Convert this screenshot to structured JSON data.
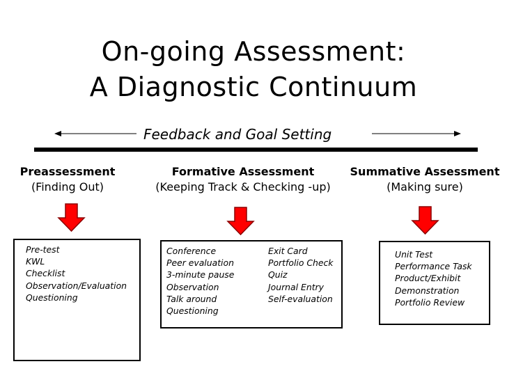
{
  "title": {
    "line1": "On-going Assessment:",
    "line2": "A Diagnostic Continuum"
  },
  "feedback_label": "Feedback and Goal Setting",
  "colors": {
    "arrow_fill": "#ff0000",
    "arrow_stroke": "#8b0000",
    "line": "#000000"
  },
  "columns": [
    {
      "heading": "Preassessment",
      "subheading": "(Finding Out)",
      "items": [
        "Pre-test",
        "KWL",
        "Checklist",
        "Observation/Evaluation",
        "Questioning"
      ]
    },
    {
      "heading": "Formative Assessment",
      "subheading": "(Keeping Track & Checking -up)",
      "items_left": [
        "Conference",
        "Peer evaluation",
        "3-minute pause",
        "Observation",
        "Talk around",
        "Questioning"
      ],
      "items_right": [
        "Exit Card",
        "Portfolio Check",
        "Quiz",
        "Journal Entry",
        "Self-evaluation"
      ]
    },
    {
      "heading": "Summative Assessment",
      "subheading": "(Making sure)",
      "items": [
        "Unit Test",
        "Performance Task",
        "Product/Exhibit",
        "Demonstration",
        "Portfolio Review"
      ]
    }
  ]
}
